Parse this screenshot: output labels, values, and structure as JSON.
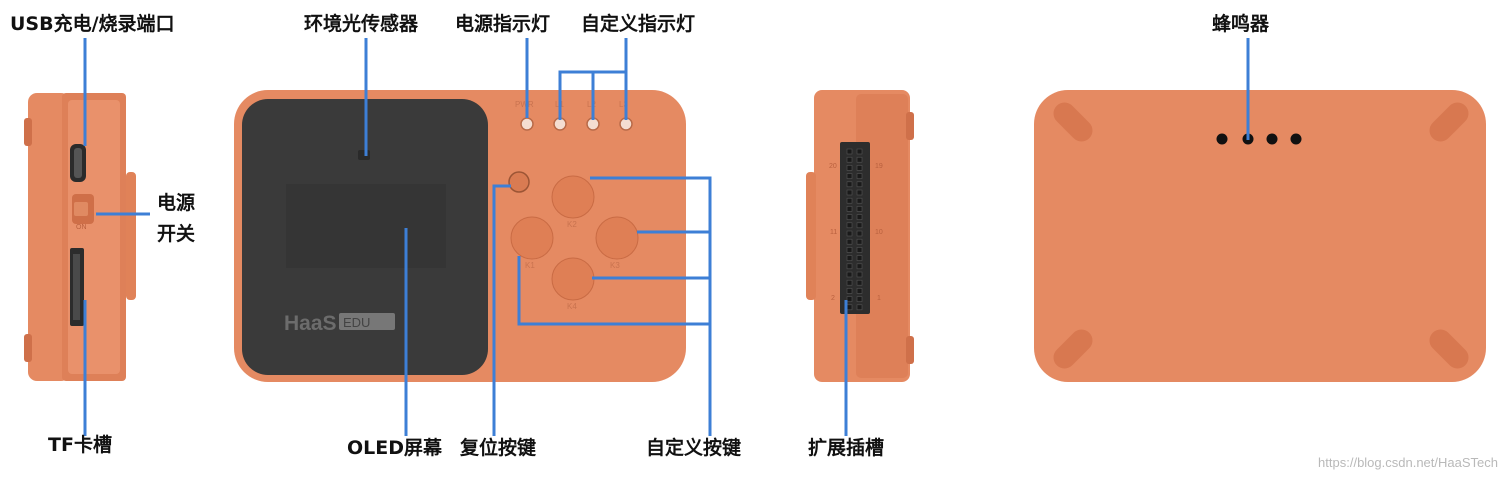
{
  "labels": {
    "usb": "USB充电/烧录端口",
    "light_sensor": "环境光传感器",
    "power_led": "电源指示灯",
    "custom_led": "自定义指示灯",
    "buzzer": "蜂鸣器",
    "power_switch_line1": "电源",
    "power_switch_line2": "开关",
    "tf_slot": "TF卡槽",
    "oled": "OLED屏幕",
    "reset": "复位按键",
    "custom_keys": "自定义按键",
    "expansion": "扩展插槽"
  },
  "board_text": {
    "logo": "HaaS",
    "logo_badge": "EDU",
    "led_pwr": "PWR",
    "led_1": "L1",
    "led_2": "L2",
    "led_3": "L3",
    "key_1": "K1",
    "key_2": "K2",
    "key_3": "K3",
    "key_4": "K4",
    "switch_mark": "ON",
    "header_20": "20",
    "header_19": "19",
    "header_11": "11",
    "header_10": "10",
    "header_2": "2",
    "header_1": "1"
  },
  "watermark": "https://blog.csdn.net/HaaSTech",
  "colors": {
    "board": "#e58a62",
    "board_dark": "#cf704a",
    "board_edge": "#d67a52",
    "screen": "#3a3a3a",
    "pointer": "#3d7fd6",
    "background": "#ffffff"
  }
}
